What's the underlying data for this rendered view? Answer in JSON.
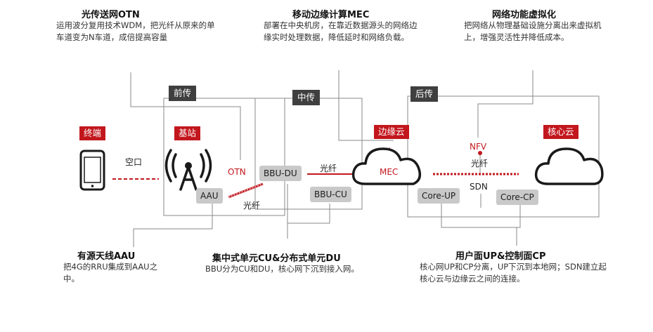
{
  "callouts": {
    "otn": {
      "title": "光传送网OTN",
      "desc": "运用波分复用技术WDM，把光纤从原来的单车道变为N车道，成倍提高容量"
    },
    "mec": {
      "title": "移动边缘计算MEC",
      "desc": "部署在中央机房，在靠近数据源头的网络边缘实时处理数据，降低延时和网络负载。"
    },
    "nfv": {
      "title": "网络功能虚拟化",
      "desc": "把网络从物理基础设施分离出来虚拟机上，增强灵活性并降低成本。"
    },
    "aau": {
      "title": "有源天线AAU",
      "desc": "把4G的RRU集成到AAU之中。"
    },
    "cu_du": {
      "title": "集中式单元CU&分布式单元DU",
      "desc": "BBU分为CU和DU，核心网下沉到接入网。"
    },
    "up_cp": {
      "title": "用户面UP&控制面CP",
      "desc": "核心网UP和CP分离，UP下沉到本地网；SDN建立起核心云与边缘云之间的连接。"
    }
  },
  "sections": {
    "fronthaul": "前传",
    "midhaul": "中传",
    "backhaul": "后传"
  },
  "tags": {
    "terminal": "终端",
    "base_station": "基站",
    "edge_cloud": "边缘云",
    "core_cloud": "核心云"
  },
  "nodes": {
    "aau": "AAU",
    "bbu_du": "BBU-DU",
    "bbu_cu": "BBU-CU",
    "core_up": "Core-UP",
    "core_cp": "Core-CP"
  },
  "labels": {
    "air_interface": "空口",
    "otn": "OTN",
    "fiber_mid": "光纤",
    "fiber_front": "光纤",
    "fiber_back": "光纤",
    "mec": "MEC",
    "nfv": "NFV",
    "sdn": "SDN"
  },
  "colors": {
    "accent_red": "#c2171d",
    "section_dark": "#3f3f3f",
    "node_gray": "#c9c9c9",
    "line_gray": "#8a8a8a"
  }
}
